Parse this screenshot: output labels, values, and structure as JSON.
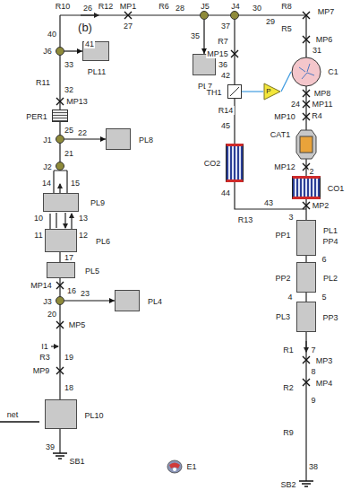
{
  "diagram": {
    "nodes": [
      {
        "text": [
          "PL11"
        ]
      },
      {
        "text": [
          "PL7"
        ]
      },
      {
        "text": [
          "J6"
        ]
      },
      {
        "text": [
          "J5"
        ]
      },
      {
        "text": [
          "J4"
        ]
      },
      {
        "text": [
          "C1"
        ]
      },
      {
        "text": [
          "TH1"
        ]
      },
      {
        "text": [
          "P"
        ]
      },
      {
        "text": [
          "CAT1"
        ]
      },
      {
        "text": [
          "CO2"
        ]
      },
      {
        "text": [
          "CO1"
        ]
      },
      {
        "text": [
          "PER1"
        ]
      },
      {
        "text": [
          "J1"
        ]
      },
      {
        "text": [
          "PL8"
        ]
      },
      {
        "text": [
          "J2"
        ]
      },
      {
        "text": [
          "PL9"
        ]
      },
      {
        "text": [
          "PL6"
        ]
      },
      {
        "text": [
          "PL5"
        ]
      },
      {
        "text": [
          "J3"
        ]
      },
      {
        "text": [
          "PL4"
        ]
      },
      {
        "text": [
          "PL10"
        ]
      },
      {
        "text": [
          "PL1",
          "PP4"
        ]
      },
      {
        "text": [
          "PL2"
        ]
      },
      {
        "text": [
          "PP3"
        ]
      },
      {
        "text": [
          "E1"
        ]
      }
    ],
    "edges": [
      {
        "from": 2,
        "to": 0,
        "label": "41",
        "arrow": "to"
      },
      {
        "from": 3,
        "to": 1,
        "label": "35",
        "arrow": "to"
      },
      {
        "from": 12,
        "to": 13,
        "label": "22",
        "arrow": "to"
      },
      {
        "from": 18,
        "to": 19,
        "label": "23",
        "arrow": "to"
      },
      {
        "from": 6,
        "to": 7,
        "arrow": "none"
      },
      {
        "from": 7,
        "to": 5,
        "arrow": "none"
      }
    ],
    "labels": [
      "(b)",
      "R10",
      "26",
      "R12",
      "MP1",
      "27",
      "R6",
      "28",
      "30",
      "R8",
      "29",
      "MP7",
      "R5",
      "MP6",
      "31",
      "MP8",
      "24",
      "MP11",
      "R4",
      "MP10",
      "MP12",
      "2",
      "MP2",
      "43",
      "R13",
      "44",
      "45",
      "R14",
      "42",
      "36",
      "MP15",
      "R7",
      "37",
      "PP1",
      "3",
      "6",
      "PP2",
      "PL3",
      "4",
      "5",
      "R1",
      "7",
      "MP3",
      "8",
      "MP4",
      "R2",
      "9",
      "R9",
      "38",
      "SB2",
      "40",
      "33",
      "R11",
      "32",
      "MP13",
      "25",
      "21",
      "14",
      "15",
      "10",
      "13",
      "11",
      "12",
      "17",
      "MP14",
      "16",
      "20",
      "MP5",
      "I1",
      "R3",
      "19",
      "MP9",
      "18",
      "39",
      "SB1",
      "net"
    ]
  }
}
